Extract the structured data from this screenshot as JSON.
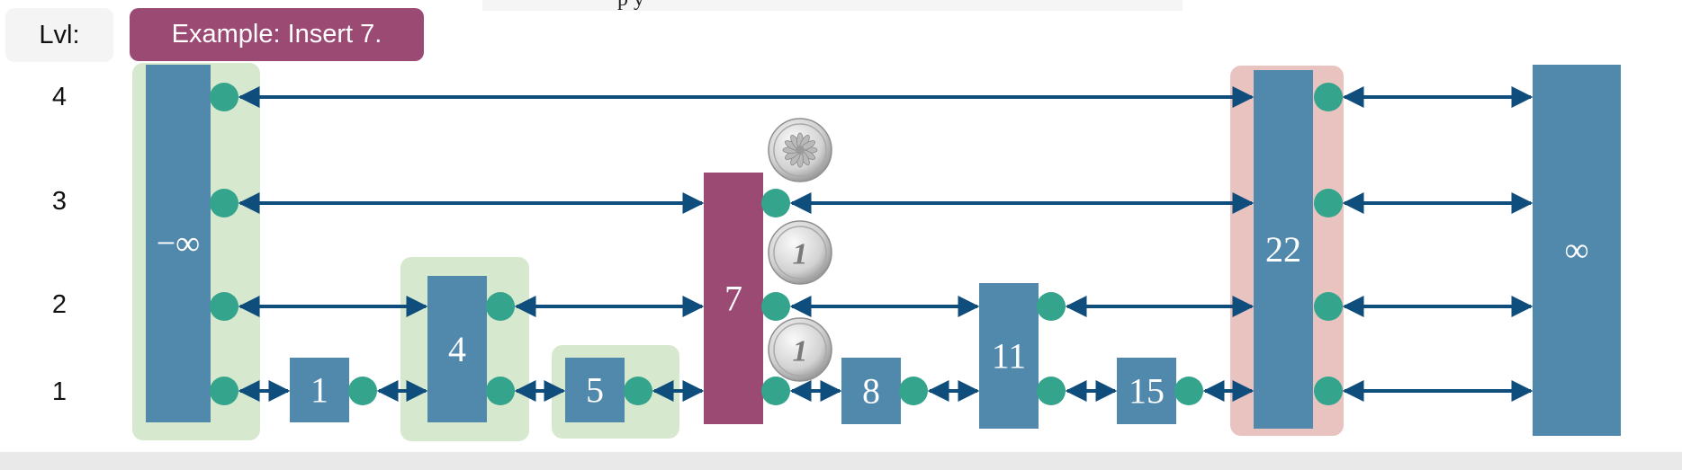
{
  "header": {
    "top_text": "p y",
    "lvl_label": "Lvl:",
    "example_title": "Example: Insert 7."
  },
  "levels": [
    "4",
    "3",
    "2",
    "1"
  ],
  "colors": {
    "node": "#5189ad",
    "inserted": "#9b4a74",
    "pointer": "#34a48c",
    "arrow": "#0f4d7c",
    "highlight_green": "#d6e8cd",
    "highlight_red": "#e9c3c0"
  },
  "nodes": [
    {
      "key": "neg-inf",
      "label": "−∞",
      "height": 4,
      "highlight": "green"
    },
    {
      "key": "1",
      "label": "1",
      "height": 1
    },
    {
      "key": "4",
      "label": "4",
      "height": 2,
      "highlight": "green"
    },
    {
      "key": "5",
      "label": "5",
      "height": 1,
      "highlight": "green"
    },
    {
      "key": "7",
      "label": "7",
      "height": 3,
      "inserted": true
    },
    {
      "key": "8",
      "label": "8",
      "height": 1
    },
    {
      "key": "11",
      "label": "11",
      "height": 2
    },
    {
      "key": "15",
      "label": "15",
      "height": 1
    },
    {
      "key": "22",
      "label": "22",
      "height": 4,
      "highlight": "red"
    },
    {
      "key": "pos-inf",
      "label": "∞",
      "height": 4
    }
  ],
  "coins": [
    {
      "side": "reverse",
      "text": "1"
    },
    {
      "side": "obverse",
      "text": "1"
    },
    {
      "side": "flower",
      "text": ""
    }
  ]
}
